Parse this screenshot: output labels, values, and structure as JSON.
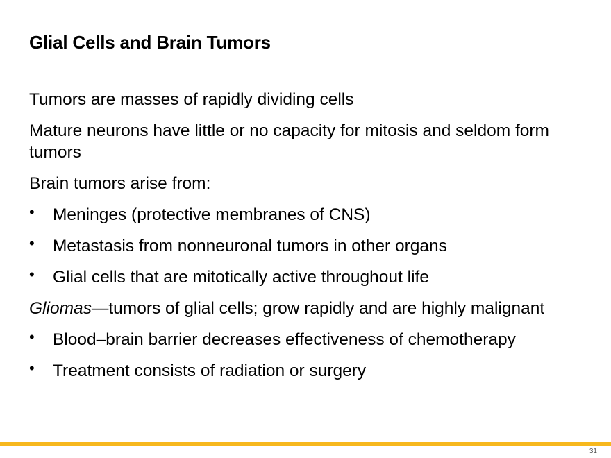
{
  "slide": {
    "title": "Glial Cells and Brain Tumors",
    "para1": "Tumors are masses of rapidly dividing cells",
    "para2": "Mature neurons have little or no capacity for mitosis and seldom form tumors",
    "para3": "Brain tumors arise from:",
    "bullets1": [
      "Meninges (protective membranes of CNS)",
      "Metastasis from nonneuronal tumors in other organs",
      "Glial cells that are mitotically active throughout life"
    ],
    "gliomas_term": "Gliomas",
    "gliomas_rest": "—tumors of glial cells; grow rapidly and are highly malignant",
    "bullets2": [
      "Blood–brain barrier decreases effectiveness of chemotherapy",
      "Treatment consists of radiation or surgery"
    ],
    "bullet_glyph": "•",
    "page_number": "31",
    "accent_color": "#f7b81d"
  }
}
